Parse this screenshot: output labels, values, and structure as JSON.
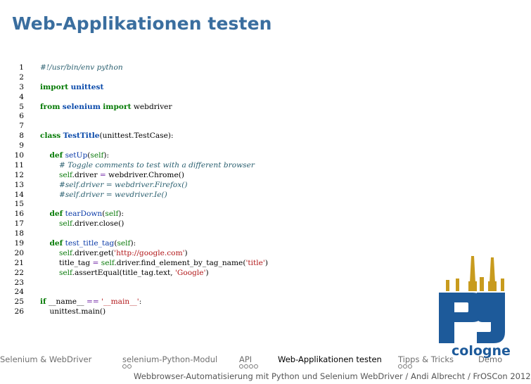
{
  "slide": {
    "title": "Web-Applikationen testen"
  },
  "code": {
    "lines": [
      {
        "no": "1",
        "tokens": [
          {
            "c": "com",
            "t": "#!/usr/bin/env python"
          }
        ]
      },
      {
        "no": "2",
        "tokens": []
      },
      {
        "no": "3",
        "tokens": [
          {
            "c": "kw",
            "t": "import"
          },
          {
            "c": "plain",
            "t": " "
          },
          {
            "c": "cls",
            "t": "unittest"
          }
        ]
      },
      {
        "no": "4",
        "tokens": []
      },
      {
        "no": "5",
        "tokens": [
          {
            "c": "kw",
            "t": "from"
          },
          {
            "c": "plain",
            "t": " "
          },
          {
            "c": "cls",
            "t": "selenium"
          },
          {
            "c": "plain",
            "t": " "
          },
          {
            "c": "kw",
            "t": "import"
          },
          {
            "c": "plain",
            "t": " webdriver"
          }
        ]
      },
      {
        "no": "6",
        "tokens": []
      },
      {
        "no": "7",
        "tokens": []
      },
      {
        "no": "8",
        "tokens": [
          {
            "c": "kw",
            "t": "class"
          },
          {
            "c": "plain",
            "t": " "
          },
          {
            "c": "cls",
            "t": "TestTitle"
          },
          {
            "c": "plain",
            "t": "(unittest.TestCase):"
          }
        ]
      },
      {
        "no": "9",
        "tokens": []
      },
      {
        "no": "10",
        "tokens": [
          {
            "c": "plain",
            "t": "    "
          },
          {
            "c": "kw",
            "t": "def"
          },
          {
            "c": "plain",
            "t": " "
          },
          {
            "c": "fn",
            "t": "setUp"
          },
          {
            "c": "plain",
            "t": "("
          },
          {
            "c": "self",
            "t": "self"
          },
          {
            "c": "plain",
            "t": "):"
          }
        ]
      },
      {
        "no": "11",
        "tokens": [
          {
            "c": "plain",
            "t": "        "
          },
          {
            "c": "com",
            "t": "# Toggle comments to test with a different browser"
          }
        ]
      },
      {
        "no": "12",
        "tokens": [
          {
            "c": "plain",
            "t": "        "
          },
          {
            "c": "self",
            "t": "self"
          },
          {
            "c": "plain",
            "t": ".driver "
          },
          {
            "c": "op",
            "t": "="
          },
          {
            "c": "plain",
            "t": " webdriver.Chrome()"
          }
        ]
      },
      {
        "no": "13",
        "tokens": [
          {
            "c": "plain",
            "t": "        "
          },
          {
            "c": "com",
            "t": "#self.driver = webdriver.Firefox()"
          }
        ]
      },
      {
        "no": "14",
        "tokens": [
          {
            "c": "plain",
            "t": "        "
          },
          {
            "c": "com",
            "t": "#self.driver = wevdriver.Ie()"
          }
        ]
      },
      {
        "no": "15",
        "tokens": []
      },
      {
        "no": "16",
        "tokens": [
          {
            "c": "plain",
            "t": "    "
          },
          {
            "c": "kw",
            "t": "def"
          },
          {
            "c": "plain",
            "t": " "
          },
          {
            "c": "fn",
            "t": "tearDown"
          },
          {
            "c": "plain",
            "t": "("
          },
          {
            "c": "self",
            "t": "self"
          },
          {
            "c": "plain",
            "t": "):"
          }
        ]
      },
      {
        "no": "17",
        "tokens": [
          {
            "c": "plain",
            "t": "        "
          },
          {
            "c": "self",
            "t": "self"
          },
          {
            "c": "plain",
            "t": ".driver.close()"
          }
        ]
      },
      {
        "no": "18",
        "tokens": []
      },
      {
        "no": "19",
        "tokens": [
          {
            "c": "plain",
            "t": "    "
          },
          {
            "c": "kw",
            "t": "def"
          },
          {
            "c": "plain",
            "t": " "
          },
          {
            "c": "fn",
            "t": "test_title_tag"
          },
          {
            "c": "plain",
            "t": "("
          },
          {
            "c": "self",
            "t": "self"
          },
          {
            "c": "plain",
            "t": "):"
          }
        ]
      },
      {
        "no": "20",
        "tokens": [
          {
            "c": "plain",
            "t": "        "
          },
          {
            "c": "self",
            "t": "self"
          },
          {
            "c": "plain",
            "t": ".driver.get("
          },
          {
            "c": "str",
            "t": "'http://google.com'"
          },
          {
            "c": "plain",
            "t": ")"
          }
        ]
      },
      {
        "no": "21",
        "tokens": [
          {
            "c": "plain",
            "t": "        title_tag "
          },
          {
            "c": "op",
            "t": "="
          },
          {
            "c": "plain",
            "t": " "
          },
          {
            "c": "self",
            "t": "self"
          },
          {
            "c": "plain",
            "t": ".driver.find_element_by_tag_name("
          },
          {
            "c": "str",
            "t": "'title'"
          },
          {
            "c": "plain",
            "t": ")"
          }
        ]
      },
      {
        "no": "22",
        "tokens": [
          {
            "c": "plain",
            "t": "        "
          },
          {
            "c": "self",
            "t": "self"
          },
          {
            "c": "plain",
            "t": ".assertEqual(title_tag.text, "
          },
          {
            "c": "str",
            "t": "'Google'"
          },
          {
            "c": "plain",
            "t": ")"
          }
        ]
      },
      {
        "no": "23",
        "tokens": []
      },
      {
        "no": "24",
        "tokens": []
      },
      {
        "no": "25",
        "tokens": [
          {
            "c": "kw",
            "t": "if"
          },
          {
            "c": "plain",
            "t": " __name__ "
          },
          {
            "c": "op",
            "t": "=="
          },
          {
            "c": "plain",
            "t": " "
          },
          {
            "c": "str",
            "t": "'__main__'"
          },
          {
            "c": "plain",
            "t": ":"
          }
        ]
      },
      {
        "no": "26",
        "tokens": [
          {
            "c": "plain",
            "t": "    unittest.main()"
          }
        ]
      }
    ]
  },
  "logo": {
    "wordmark": "cologne",
    "accent": "#c89b1e",
    "brand": "#1d5a9a"
  },
  "footer": {
    "nav": [
      {
        "label": "Selenium & WebDriver",
        "dots": 0,
        "active": false
      },
      {
        "label": "selenium-Python-Modul",
        "dots": 2,
        "active": false
      },
      {
        "label": "API",
        "dots": 4,
        "active": false
      },
      {
        "label": "Web-Applikationen testen",
        "dots": 0,
        "active": true
      },
      {
        "label": "Tipps & Tricks",
        "dots": 3,
        "active": false
      },
      {
        "label": "Demo",
        "dots": 0,
        "active": false
      }
    ],
    "credit": "Webbrowser-Automatisierung mit Python und Selenium WebDriver / Andi Albrecht / FrOSCon 2012"
  }
}
